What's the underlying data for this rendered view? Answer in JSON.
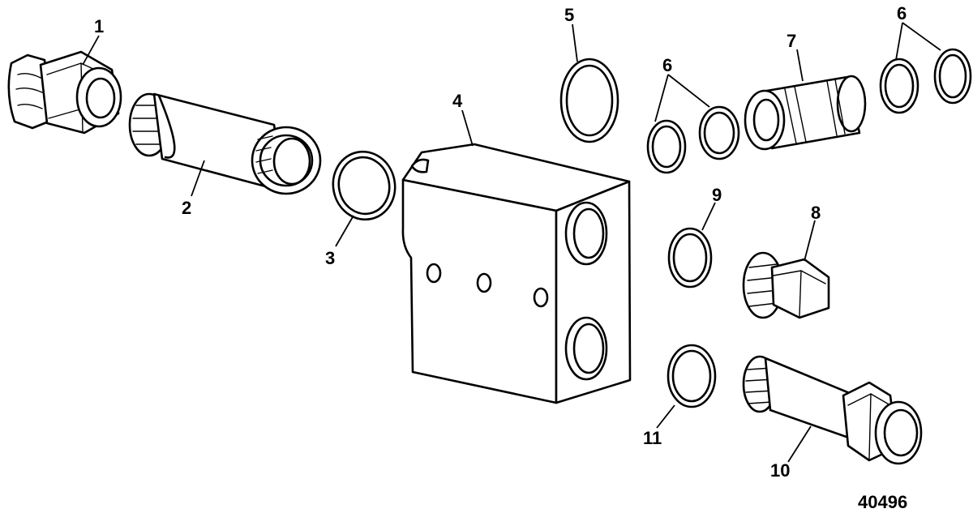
{
  "callouts": {
    "c1": "1",
    "c2": "2",
    "c3": "3",
    "c4": "4",
    "c5": "5",
    "c6a": "6",
    "c6b": "6",
    "c7": "7",
    "c8": "8",
    "c9": "9",
    "c10": "10",
    "c11": "11"
  },
  "figure_number": "40496"
}
